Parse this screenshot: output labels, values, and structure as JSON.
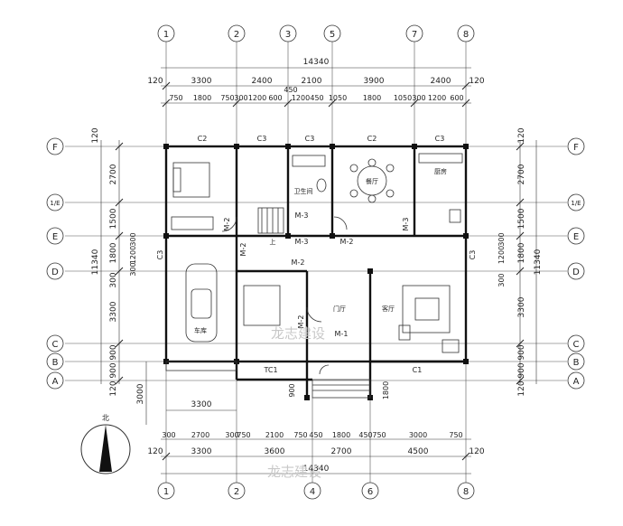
{
  "drawing": {
    "axes": {
      "top": [
        "1",
        "2",
        "3",
        "5",
        "7",
        "8"
      ],
      "bottom": [
        "1",
        "2",
        "4",
        "6",
        "8"
      ],
      "left": [
        "F",
        "1/E",
        "E",
        "D",
        "C",
        "B",
        "A"
      ],
      "right": [
        "F",
        "1/E",
        "E",
        "D",
        "C",
        "B",
        "A"
      ]
    },
    "top_dims": {
      "total": "14340",
      "row1": [
        "120",
        "3300",
        "2400",
        "2100",
        "3900",
        "2400",
        "120"
      ],
      "mid": "450",
      "row2": [
        "750",
        "1800",
        "750",
        "300",
        "1200",
        "600",
        "1200",
        "450",
        "1050",
        "1800",
        "1050",
        "300",
        "1200",
        "600"
      ]
    },
    "bottom_dims": {
      "row1": [
        "300",
        "2700",
        "300",
        "750",
        "2100",
        "750",
        "450",
        "1800",
        "450",
        "750",
        "3000",
        "750"
      ],
      "row2": [
        "120",
        "3300",
        "3600",
        "2700",
        "4500",
        "120"
      ],
      "total": "14340"
    },
    "left_dims": {
      "top_small": "120",
      "total": "11340",
      "segments": [
        "2700",
        "1500",
        "1800",
        "300",
        "3300",
        "900",
        "900",
        "120"
      ],
      "inner": [
        "300",
        "1200",
        "300"
      ],
      "porch": "3000",
      "garage_width": "3300"
    },
    "right_dims": {
      "top_small": "120",
      "total": "11340",
      "segments": [
        "2700",
        "1500",
        "1800",
        "3300",
        "900",
        "900",
        "120"
      ],
      "inner": [
        "300",
        "1200",
        "300"
      ],
      "porch": "1800"
    },
    "windows": [
      "C2",
      "C3",
      "C3",
      "C2",
      "C3",
      "C3",
      "C3",
      "C1",
      "TC1"
    ],
    "doors": [
      "M-2",
      "M-3",
      "M-3",
      "M-2",
      "M-3",
      "M-2",
      "M-2",
      "M-1",
      "M-2"
    ],
    "rooms": [
      "卫生间",
      "餐厅",
      "厨房",
      "车库",
      "门厅",
      "客厅"
    ],
    "stair_mark": "上",
    "porch_dim": "900",
    "north_label": "北",
    "watermark": "龙志建设"
  }
}
